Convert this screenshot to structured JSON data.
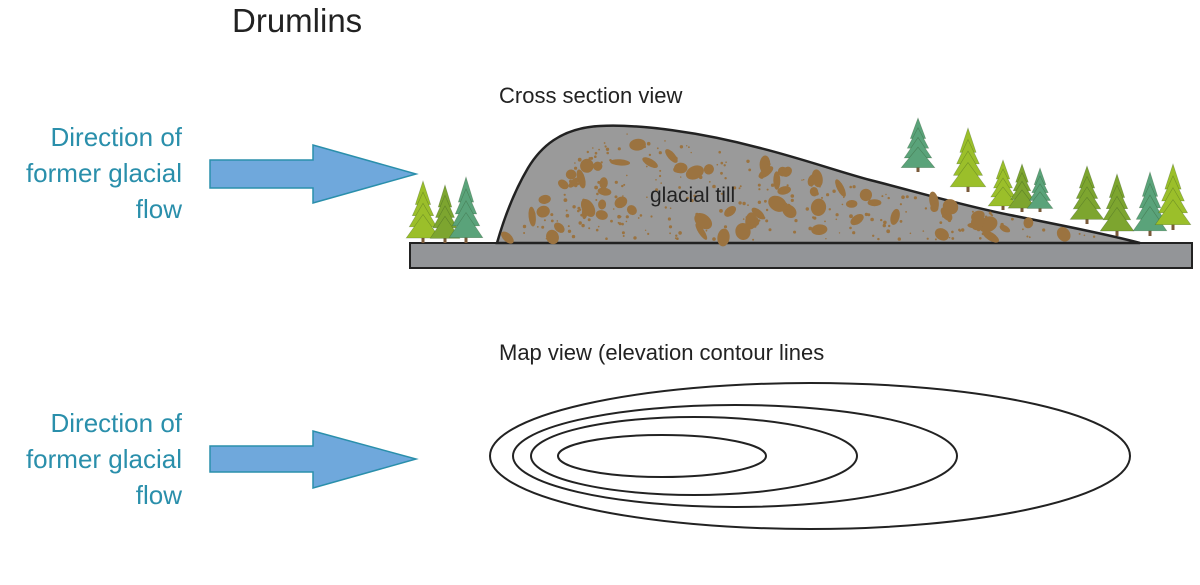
{
  "diagram": {
    "title": "Drumlins",
    "cross_section": {
      "heading": "Cross section view",
      "flow_label": "Direction of\nformer glacial\nflow",
      "till_label": "glacial till"
    },
    "map_view": {
      "heading": "Map view (elevation contour lines",
      "flow_label": "Direction of\nformer glacial\nflow",
      "contour_count": 4
    },
    "colors": {
      "arrow_fill": "#6fa8dc",
      "arrow_stroke": "#2a8fab",
      "label_color": "#2a8fab",
      "ground": "#939598",
      "till": "#9a9a9a",
      "clast": "#9b7340",
      "tree_green": "#7da52f",
      "tree_teal": "#5aa37a",
      "tree_lime": "#9bbf2a"
    }
  }
}
